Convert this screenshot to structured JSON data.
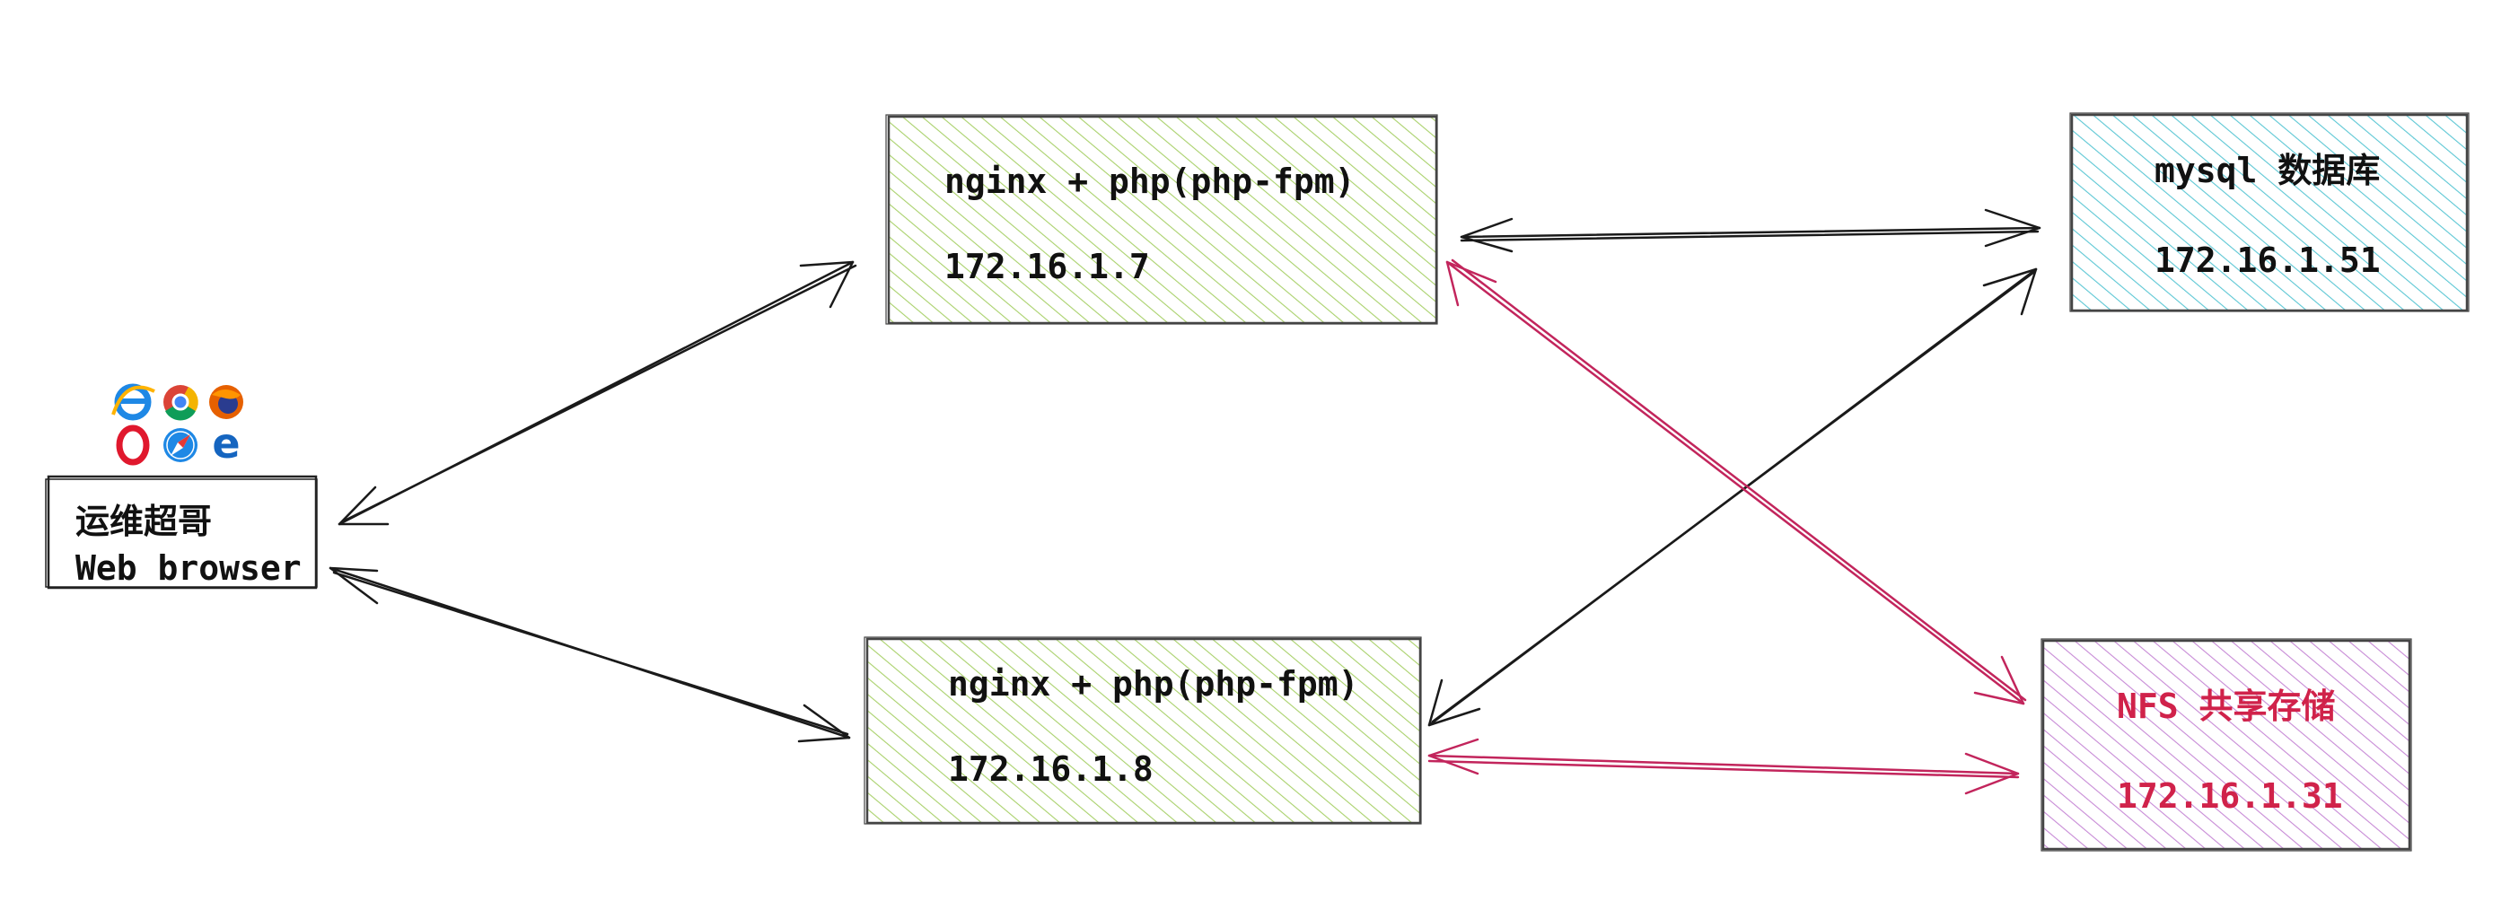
{
  "client": {
    "line1": "运维超哥",
    "line2": "Web browser",
    "icons": [
      "ie-icon",
      "chrome-icon",
      "firefox-icon",
      "opera-icon",
      "safari-icon",
      "edge-icon"
    ]
  },
  "web1": {
    "title": "nginx + php(php-fpm)",
    "ip": "172.16.1.7"
  },
  "web2": {
    "title": "nginx + php(php-fpm)",
    "ip": "172.16.1.8"
  },
  "db": {
    "title": "mysql 数据库",
    "ip": "172.16.1.51"
  },
  "nfs": {
    "title": "NFS 共享存储",
    "ip": "172.16.1.31"
  },
  "colors": {
    "web_fill": "#a9d16b",
    "db_fill": "#5cc7d4",
    "nfs_fill": "#c78ad6",
    "nfs_text": "#d0224a",
    "black_arrow": "#1a1a1a",
    "red_arrow": "#c2255c",
    "border": "#333333"
  }
}
